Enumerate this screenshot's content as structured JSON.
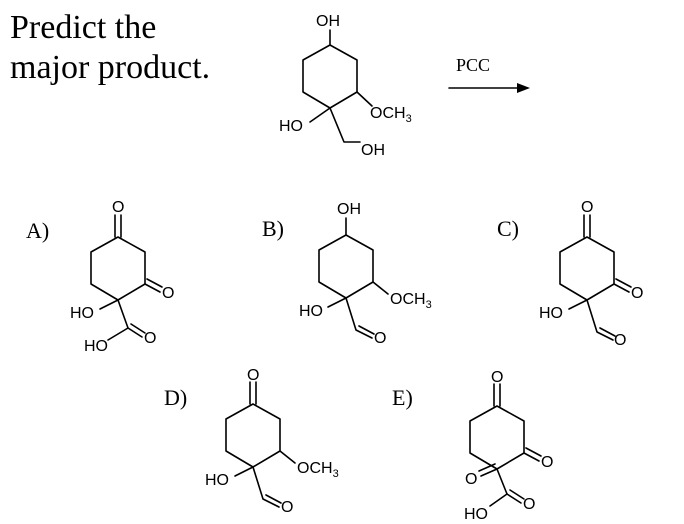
{
  "question": {
    "line1": "Predict the",
    "line2": "major product."
  },
  "reaction": {
    "reagent": "PCC"
  },
  "atoms": {
    "OH": "OH",
    "HO": "HO",
    "O": "O",
    "OCH": "OCH",
    "three": "3"
  },
  "choices": {
    "A": "A)",
    "B": "B)",
    "C": "C)",
    "D": "D)",
    "E": "E)"
  }
}
